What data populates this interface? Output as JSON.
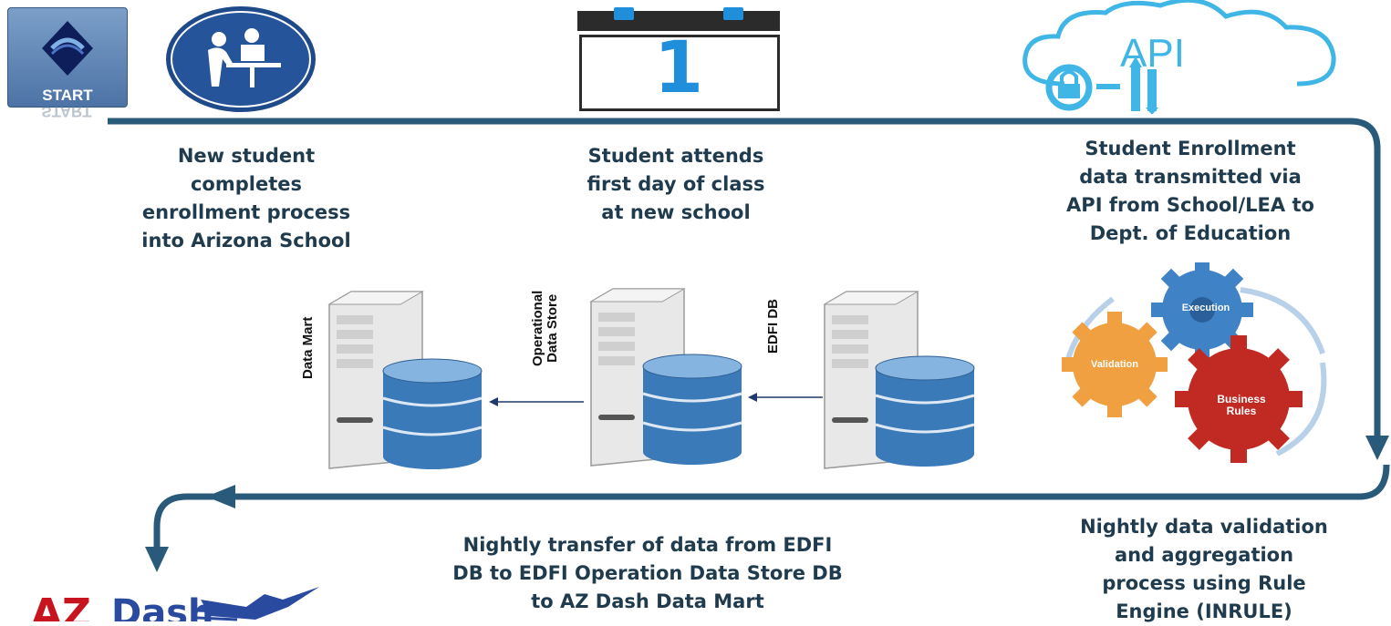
{
  "start": {
    "label": "START"
  },
  "calendar": {
    "day": "1"
  },
  "api": {
    "label": "API"
  },
  "captions": {
    "enrollment": [
      "New student",
      "completes",
      "enrollment process",
      "into Arizona School"
    ],
    "first_day": [
      "Student attends",
      "first day of class",
      "at new school"
    ],
    "api_transmit": [
      "Student Enrollment",
      "data transmitted via",
      "API from School/LEA to",
      "Dept. of Education"
    ],
    "nightly_transfer": [
      "Nightly transfer of data  from EDFI",
      "DB to EDFI Operation Data Store DB",
      "to AZ  Dash Data Mart"
    ],
    "nightly_validation": [
      "Nightly data validation",
      "and aggregation",
      "process using Rule",
      "Engine  (INRULE)"
    ]
  },
  "servers": {
    "data_mart": {
      "label": [
        "Data Mart"
      ]
    },
    "ods": {
      "label": [
        "Operational",
        "Data Store"
      ]
    },
    "edfi": {
      "label": [
        "EDFI DB"
      ]
    }
  },
  "gears": {
    "execution": [
      "Execution"
    ],
    "validation": [
      "Validation"
    ],
    "business_rules": [
      "Business",
      "Rules"
    ]
  },
  "logo": {
    "text": "AZ Dash"
  },
  "colors": {
    "flow_line": "#2a5a7a",
    "caption": "#1f3b4d",
    "api_cloud": "#3fb6e6",
    "db_blue": "#3a7ab8",
    "logo_red": "#c8141e",
    "logo_blue": "#2a4aa0"
  }
}
